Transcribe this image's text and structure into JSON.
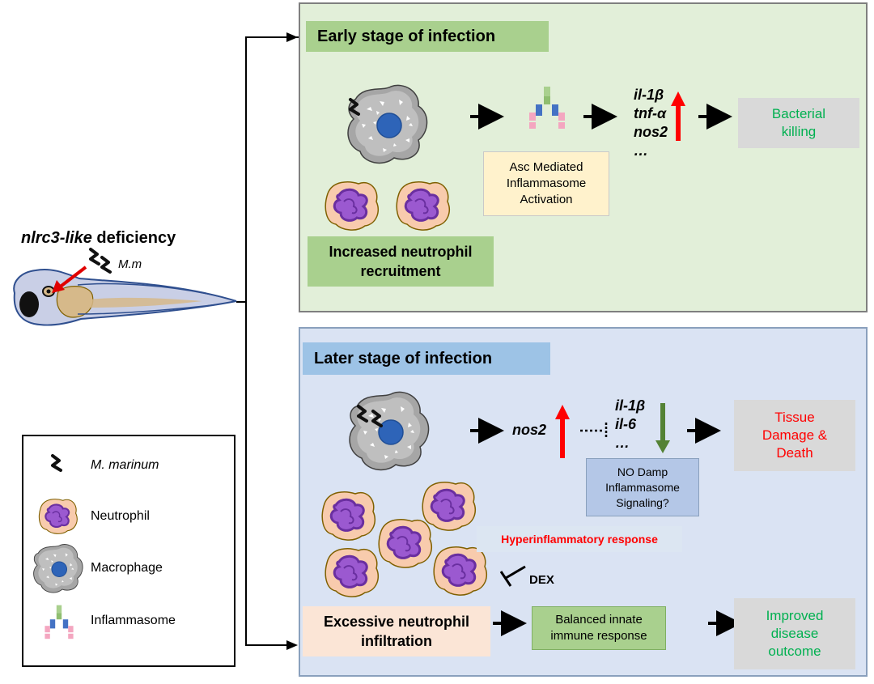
{
  "left": {
    "deficiency_gene": "nlrc3-like",
    "deficiency_word": " deficiency",
    "pathogen_label": "M.m"
  },
  "early": {
    "title": "Early stage of infection",
    "asc_box": "Asc Mediated Inflammasome Activation",
    "genes": [
      "il-1β",
      "tnf-α",
      "nos2",
      "…"
    ],
    "outcome": "Bacterial killing",
    "neutrophil_box": "Increased neutrophil recruitment"
  },
  "later": {
    "title": "Later stage of infection",
    "nos2": "nos2",
    "genes": [
      "il-1β",
      "il-6",
      "…"
    ],
    "no_box": "NO Damp Inflammasome Signaling?",
    "outcome": "Tissue Damage & Death",
    "hyper": "Hyperinflammatory response",
    "dex": "DEX",
    "excessive_box": "Excessive neutrophil infiltration",
    "balanced_box": "Balanced innate immune response",
    "improved": "Improved disease outcome"
  },
  "legend": {
    "items": [
      "M. marinum",
      "Neutrophil",
      "Macrophage",
      "Inflammasome"
    ]
  },
  "colors": {
    "early_bg": "#e2efd9",
    "later_bg": "#dae3f3",
    "green_label": "#a9d08e",
    "blue_label": "#9dc3e6",
    "outcome_good": "#00b050",
    "outcome_bad": "#ff0000",
    "up_arrow": "#ff0000",
    "down_arrow": "#548235"
  }
}
